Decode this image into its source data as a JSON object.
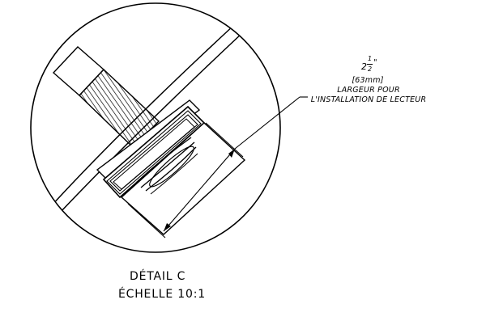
{
  "dimension": {
    "whole": "2",
    "numerator": "1",
    "denominator": "2",
    "inch_mark": "\"",
    "metric": "[63mm]",
    "note_line1": "LARGEUR POUR",
    "note_line2": "L'INSTALLATION DE LECTEUR"
  },
  "caption": {
    "title": "DÉTAIL C",
    "scale": "ÉCHELLE 10:1"
  }
}
